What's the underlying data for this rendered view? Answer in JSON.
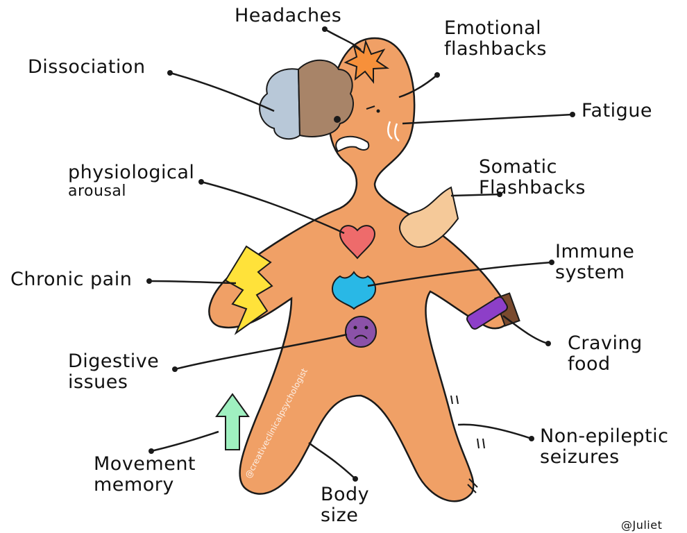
{
  "labels": {
    "headaches": "Headaches",
    "emotional_flashbacks": [
      "Emotional",
      "flashbacks"
    ],
    "dissociation": "Dissociation",
    "fatigue": "Fatigue",
    "physiological_arousal": [
      "physiological",
      "arousal"
    ],
    "somatic_flashbacks": [
      "Somatic",
      "Flashbacks"
    ],
    "chronic_pain": "Chronic pain",
    "immune_system": [
      "Immune",
      "system"
    ],
    "digestive_issues": [
      "Digestive",
      "issues"
    ],
    "craving_food": [
      "Craving",
      "food"
    ],
    "movement_memory": [
      "Movement",
      "memory"
    ],
    "body_size": [
      "Body",
      "size"
    ],
    "non_epileptic_seizures": [
      "Non-epileptic",
      "seizures"
    ]
  },
  "credit": "@Juliet",
  "watermark": "@creativeclinicalpsychologist",
  "colors": {
    "body": "#F0A066",
    "outline": "#1a1a1a",
    "cloud_grey": "#B8C8D8",
    "cloud_brown": "#A88468",
    "heart": "#EE6B6B",
    "shield": "#29B8E6",
    "stomach": "#8B52A8",
    "lightning": "#FFE23A",
    "arrow": "#9FF0C0",
    "burst": "#F7903A",
    "hand": "#F5C999",
    "inhaler": "#8D3FC8",
    "chocolate": "#7A4A2E"
  }
}
